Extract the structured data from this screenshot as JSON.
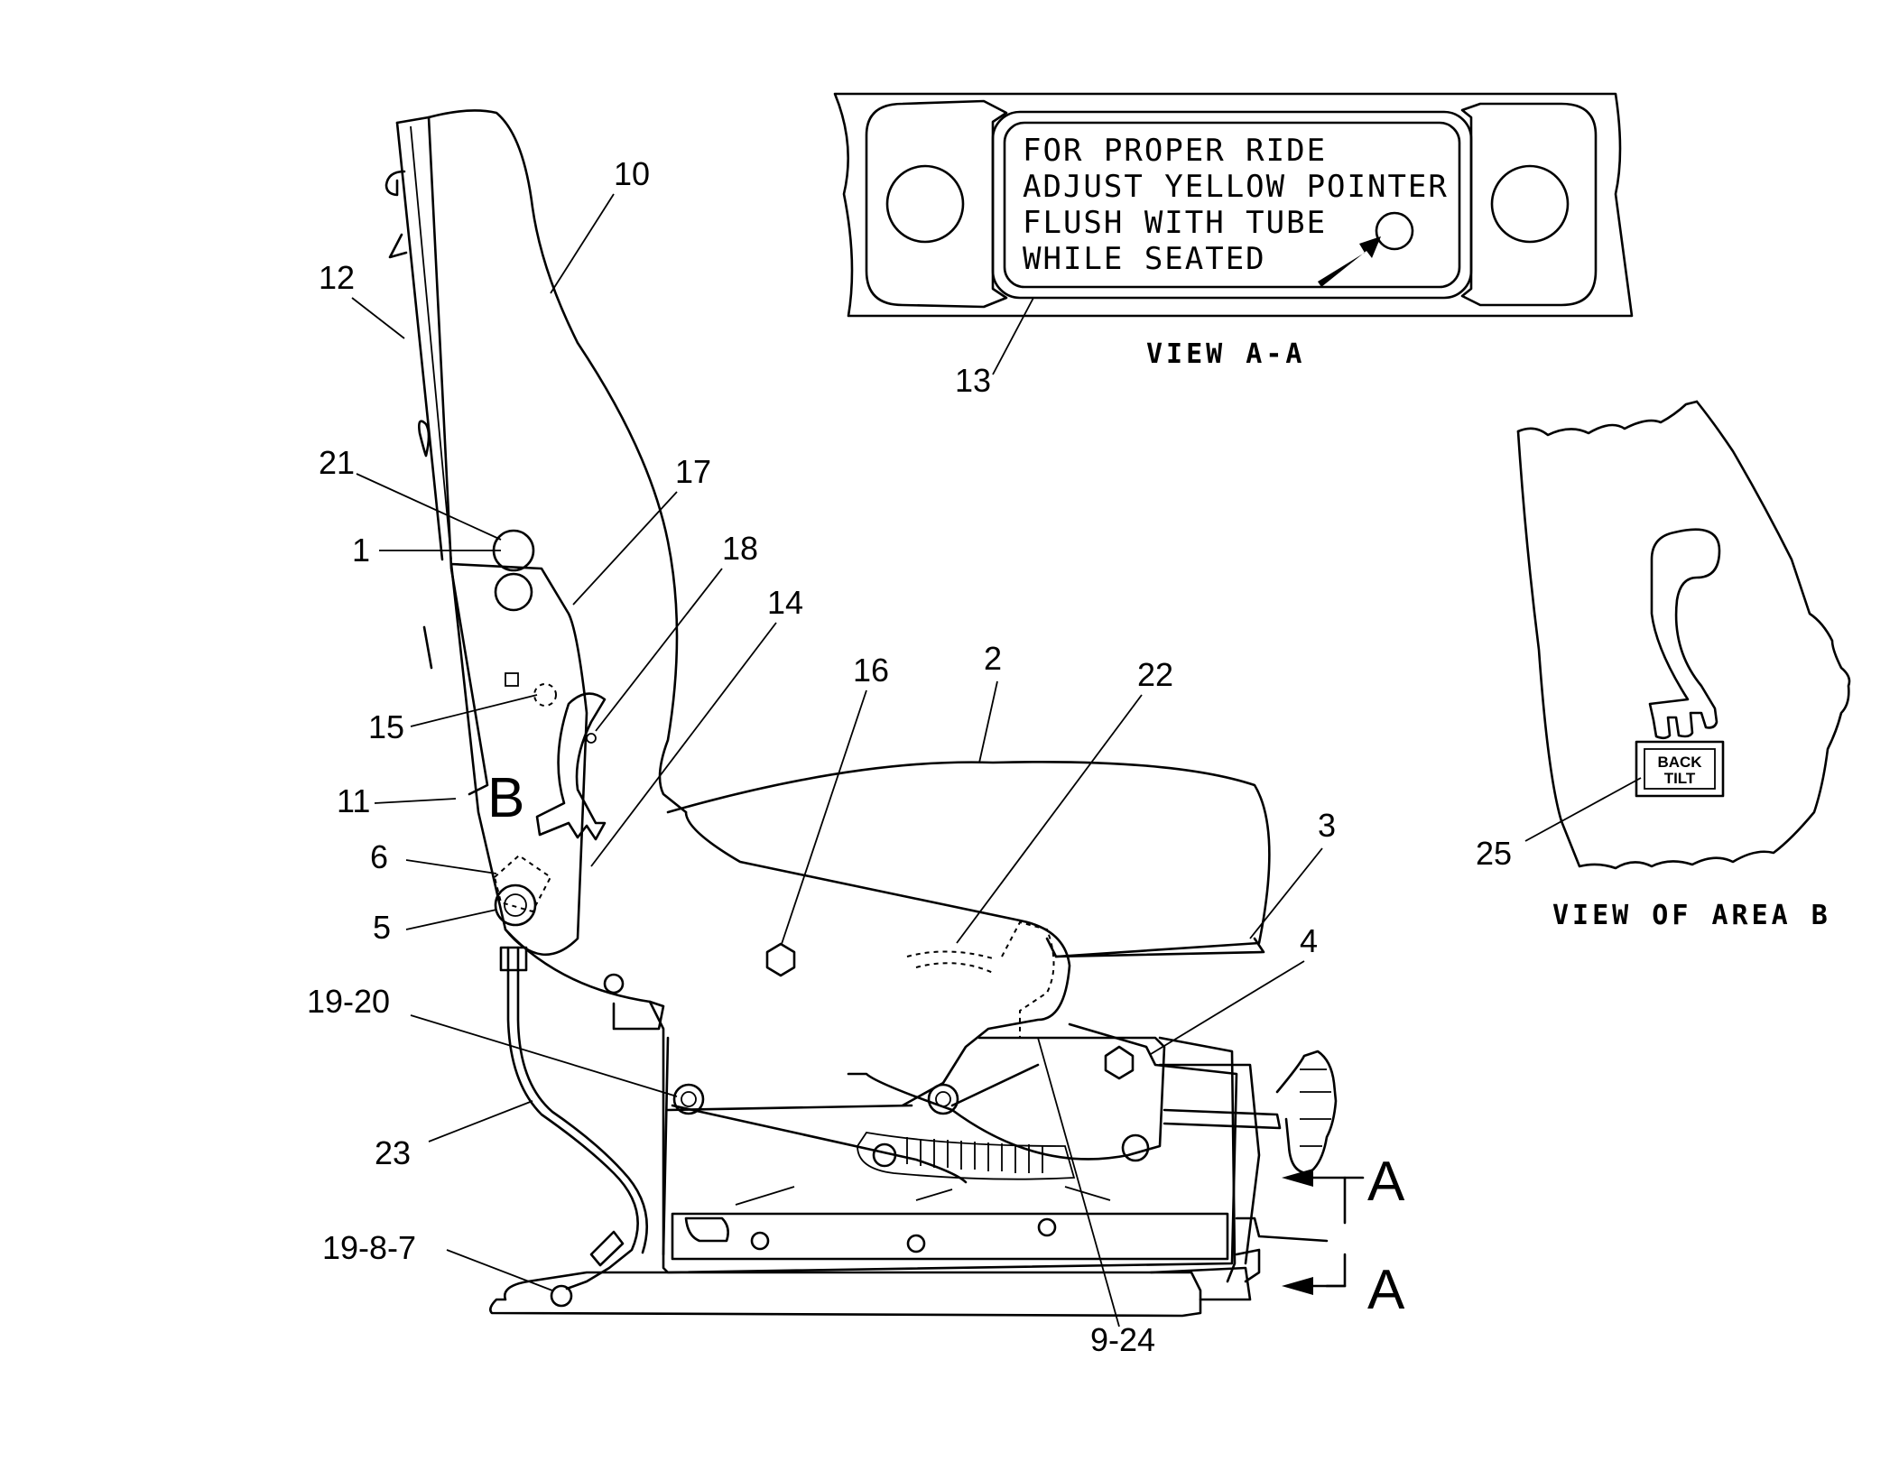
{
  "decal_text": {
    "line1": "FOR PROPER RIDE",
    "line2": "ADJUST YELLOW POINTER",
    "line3": "FLUSH WITH TUBE",
    "line4": "WHILE SEATED"
  },
  "views": {
    "view_aa": "VIEW A-A",
    "view_area_b": "VIEW OF AREA B"
  },
  "tag": {
    "line1": "BACK",
    "line2": "TILT"
  },
  "area_letter": "B",
  "section_arrow": {
    "top": "A",
    "bottom": "A"
  },
  "callouts": {
    "c1": "1",
    "c3": "3",
    "c4": "4",
    "c5": "5",
    "c6": "6",
    "c10": "10",
    "c11": "11",
    "c12": "12",
    "c13": "13",
    "c14": "14",
    "c15": "15",
    "c16": "16",
    "c17": "17",
    "c18": "18",
    "c19_20": "19-20",
    "c19_8_7": "19-8-7",
    "c2": "2",
    "c21": "21",
    "c22": "22",
    "c23": "23",
    "c25": "25",
    "c9_24": "9-24"
  }
}
